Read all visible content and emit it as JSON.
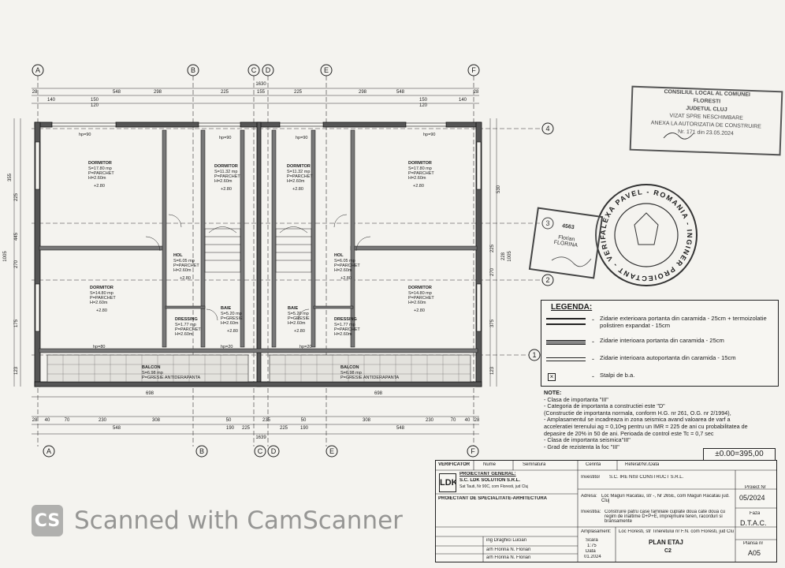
{
  "drawing": {
    "axes_vertical": [
      "A",
      "B",
      "C",
      "D",
      "E",
      "F"
    ],
    "axes_horizontal": [
      "4",
      "3",
      "2",
      "1"
    ],
    "top_dims_row1": [
      "28",
      "548",
      "298",
      "225",
      "155",
      "225",
      "298",
      "548",
      "28"
    ],
    "top_total": "1630",
    "top_dims_row2": [
      "140",
      "150",
      "120",
      "120",
      "150",
      "140"
    ],
    "bottom_dims_row1": [
      "28",
      "40",
      "70",
      "230",
      "308",
      "50",
      "235",
      "50",
      "308",
      "230",
      "70",
      "40",
      "28"
    ],
    "bottom_dims_row2": [
      "548",
      "190",
      "225",
      "225",
      "190",
      "548"
    ],
    "bottom_total": "1639",
    "half_width": [
      "698",
      "698"
    ],
    "left_dims": [
      "355",
      "445",
      "225",
      "270",
      "175",
      "123",
      "1005"
    ],
    "right_dims": [
      "530",
      "228",
      "225",
      "270",
      "375",
      "123",
      "1005"
    ]
  },
  "rooms": [
    {
      "name": "DORMITOR",
      "area": "S=17.80 mp",
      "floor": "P=PARCHET",
      "height": "H=2.60m",
      "tag": "+2.80"
    },
    {
      "name": "DORMITOR",
      "area": "S=11.32 mp",
      "floor": "P=PARCHET",
      "height": "H=2.60m",
      "tag": "+2.80"
    },
    {
      "name": "DORMITOR",
      "area": "S=11.32 mp",
      "floor": "P=PARCHET",
      "height": "H=2.60m",
      "tag": "+2.80"
    },
    {
      "name": "DORMITOR",
      "area": "S=17.80 mp",
      "floor": "P=PARCHET",
      "height": "H=2.60m",
      "tag": "+2.80"
    },
    {
      "name": "HOL",
      "area": "S=6.05 mp",
      "floor": "P=PARCHET",
      "height": "H=2.60m",
      "tag": "+2.80"
    },
    {
      "name": "HOL",
      "area": "S=6.05 mp",
      "floor": "P=PARCHET",
      "height": "H=2.60m",
      "tag": "+2.80"
    },
    {
      "name": "DORMITOR",
      "area": "S=14.80 mp",
      "floor": "P=PARCHET",
      "height": "H=2.60m",
      "tag": "+2.80"
    },
    {
      "name": "BAIE",
      "area": "S=5.20 mp",
      "floor": "P=GRESIE",
      "height": "H=2.60m",
      "tag": "+2.80"
    },
    {
      "name": "BAIE",
      "area": "S=5.20 mp",
      "floor": "P=GRESIE",
      "height": "H=2.60m",
      "tag": "+2.80"
    },
    {
      "name": "DORMITOR",
      "area": "S=14.80 mp",
      "floor": "P=PARCHET",
      "height": "H=2.60m",
      "tag": "+2.80"
    },
    {
      "name": "DRESSING",
      "area": "S=1.77 mp",
      "floor": "P=PARCHET",
      "height": "H=2.60m",
      "tag": ""
    },
    {
      "name": "DRESSING",
      "area": "S=1.77 mp",
      "floor": "P=PARCHET",
      "height": "H=2.60m",
      "tag": ""
    },
    {
      "name": "BALCON",
      "area": "S=6.98 mp",
      "floor": "P=GRESIE ANTIDERAPANTA",
      "height": "",
      "tag": ""
    },
    {
      "name": "BALCON",
      "area": "S=6.98 mp",
      "floor": "P=GRESIE ANTIDERAPANTA",
      "height": "",
      "tag": ""
    }
  ],
  "window_labels": [
    "hp=90",
    "hp=90",
    "hp=90",
    "hp=90",
    "hp=20",
    "hp=20",
    "hp=80"
  ],
  "legend": {
    "title": "LEGENDA:",
    "items": [
      {
        "text": "Zidarie exterioara portanta din caramida - 25cm + termoizolatie polistiren expandat - 15cm"
      },
      {
        "text": "Zidarie interioara portanta din caramida - 25cm"
      },
      {
        "text": "Zidarie interioara autoportanta din caramida - 15cm"
      },
      {
        "text": "Stalpi de b.a."
      }
    ]
  },
  "notes": {
    "title": "NOTE:",
    "lines": [
      "- Clasa de importanta \"III\"",
      "- Categoria de importanta a constructiei este \"D\"",
      "(Constructie de importanta normala, conform H.G. nr 261, O.G. nr 2/1994),",
      "- Amplasamentul se incadreaza in zona seismica avand valoarea de varf a",
      "acceleratiei terenului ag = 0,10•g pentru un IMR = 225 de ani cu probabilitatea de",
      "depasire de 20% in 50 de ani. Perioada de control este Tc = 0,7 sec",
      "- Clasa de importanta seismica\"III\"",
      "- Grad de rezistenta la foc \"III\""
    ]
  },
  "level": "±0.00=395,00",
  "title_block": {
    "verificator": "VERIFICATOR",
    "nume": "Nume",
    "semnatura": "Semnatura",
    "cerinta": "Cerinta",
    "referat": "Referat/Nr./Data",
    "proiectant_general": "PROIECTANT GENERAL:",
    "company": "S.C. LDK SOLUTION S.R.L.",
    "company_addr": "Sat Tauti, Nr 90C, com Floresti, jud Cluj",
    "logo": "LDK",
    "proiectant_spec": "PROIECTANT DE SPECIALITATE-ARHITECTURA",
    "investitor_label": "Investitor",
    "investitor": "S.C. IRE NISI CONSTRUCT S.R.L.",
    "adresa_label": "Adresa:",
    "adresa": "Loc Maguri Racatau, str -, Nr 265E, com Maguri Racatau jud. Cluj",
    "investitia_label": "Investitia:",
    "investitia": "Construire patru case familiale cuplate doua cate doua cu regim de inaltime D+P+E, imprejmuire teren, racorduri si bransamente",
    "amplasament_label": "Amplasament:",
    "amplasament": "Loc Floresti, str Tineretului nr F.N. com Floresti, jud Cluj",
    "scara_label": "Scara",
    "scara": "1:75",
    "data_label": "Data",
    "data": "01.2024",
    "ing": "ing Draghici Lucian",
    "arh1": "arh Florina N. Florian",
    "arh2": "arh Florina N. Florian",
    "plan_title": "PLAN ETAJ",
    "plan_code": "C2",
    "proiect_label": "Proiect Nr",
    "proiect": "05/2024",
    "faza_label": "Faza",
    "faza": "D.T.A.C.",
    "plansa_label": "Plansa nr",
    "plansa": "A05"
  },
  "stamps": {
    "council": [
      "CONSILIUL LOCAL AL COMUNEI",
      "FLORESTI",
      "JUDETUL CLUJ",
      "VIZAT SPRE NESCHIMBARE",
      "ANEXA LA AUTORIZATIA DE CONSTRUIRE",
      "Nr. 171 din 23.05.2024"
    ],
    "round": "ALEXA PAVEL - ROMANIA - INGINER PROIECTANT - VERIFICATOR PROIECTE",
    "small": [
      "4563",
      "Florian",
      "FLORINA"
    ]
  },
  "watermark": {
    "logo": "CS",
    "text": "Scanned with CamScanner"
  }
}
